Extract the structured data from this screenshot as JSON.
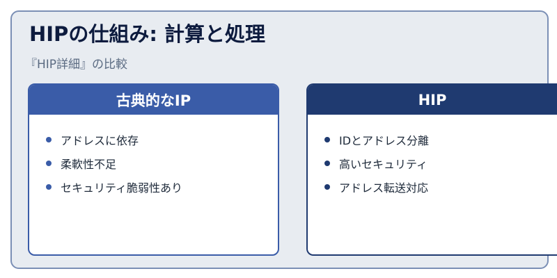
{
  "title": "HIPの仕組み: 計算と処理",
  "subtitle": "『HIP詳細』の比較",
  "cards": [
    {
      "heading": "古典的なIP",
      "items": [
        "アドレスに依存",
        "柔軟性不足",
        "セキュリティ脆弱性あり"
      ]
    },
    {
      "heading": "HIP",
      "items": [
        "IDとアドレス分離",
        "高いセキュリティ",
        "アドレス転送対応"
      ]
    }
  ],
  "colors": {
    "left_header": "#3a5ca8",
    "right_header": "#1f3a70",
    "background": "#e8ecf1"
  }
}
